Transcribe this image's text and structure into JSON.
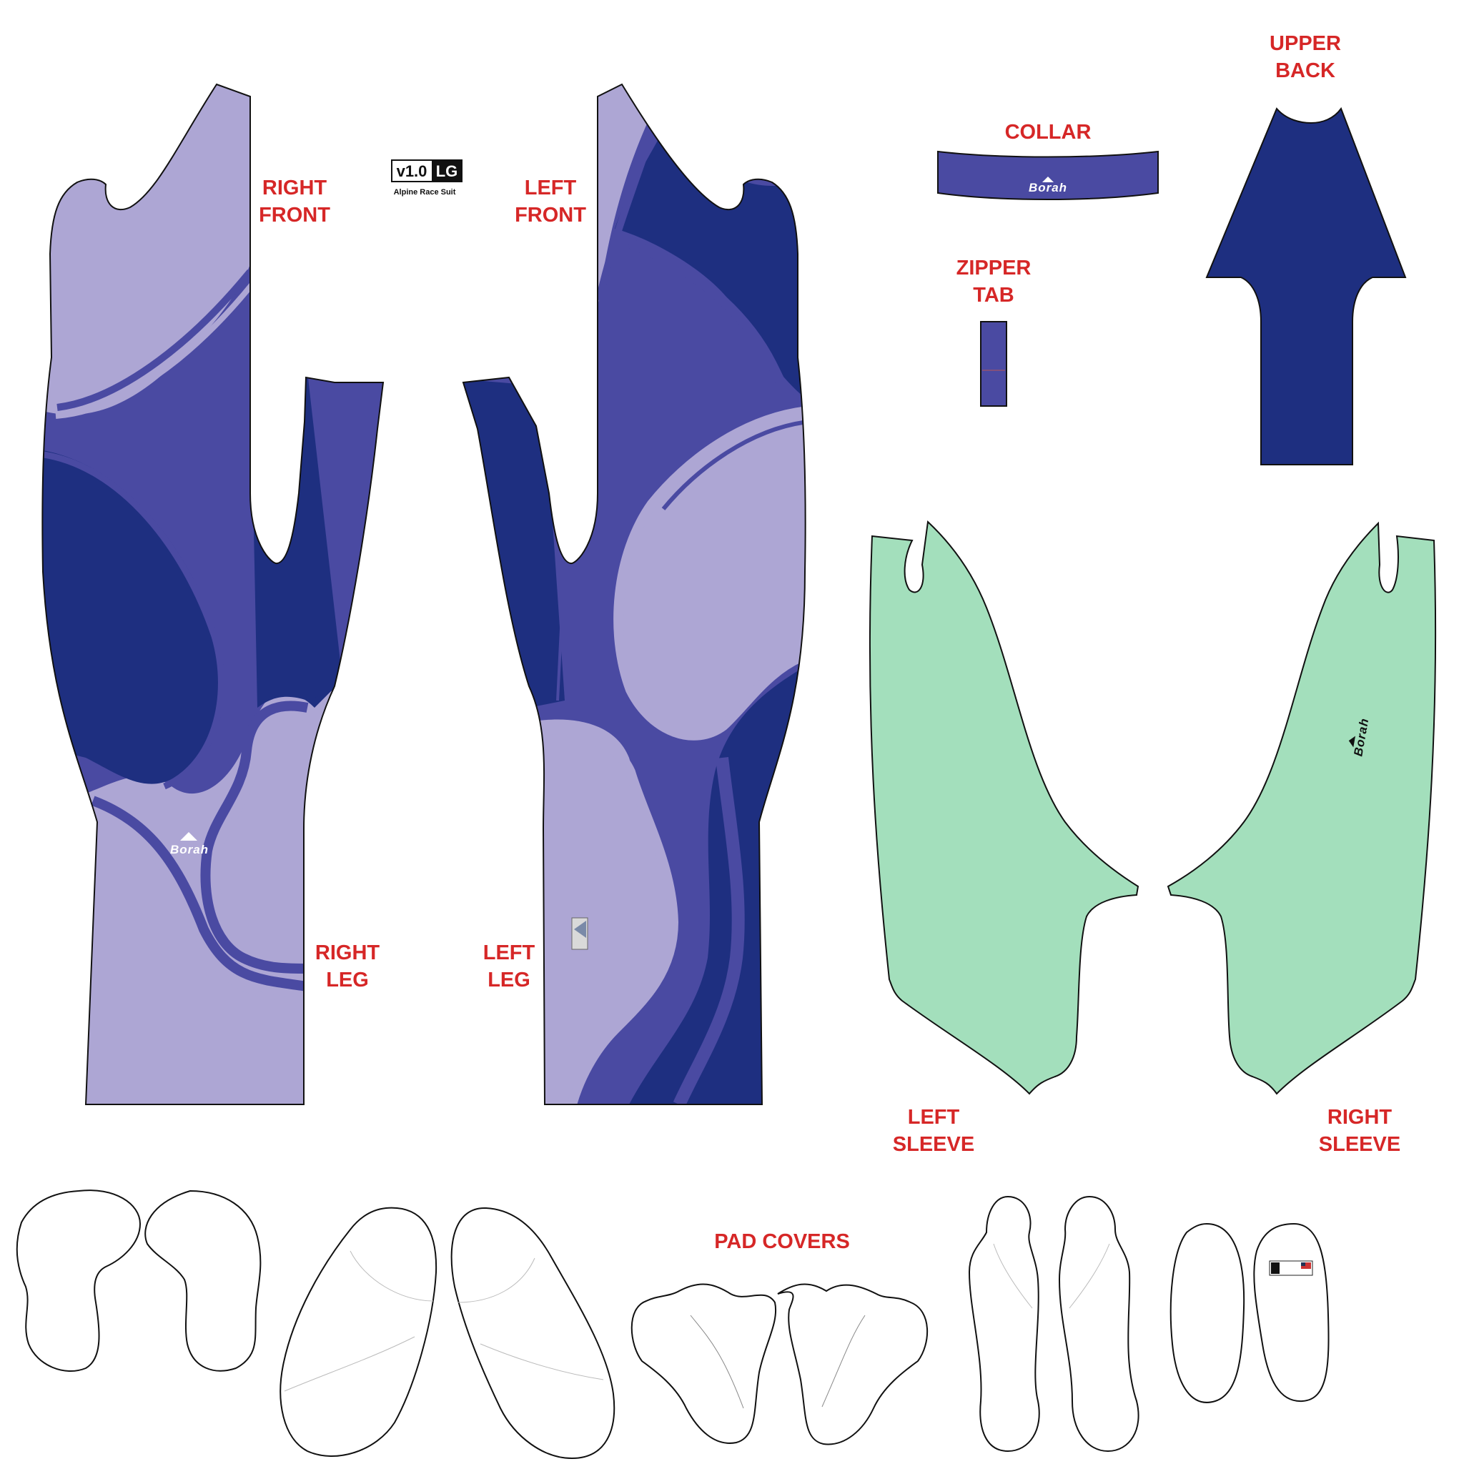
{
  "labels": {
    "right_front": [
      "RIGHT",
      "FRONT"
    ],
    "left_front": [
      "LEFT",
      "FRONT"
    ],
    "right_leg": [
      "RIGHT",
      "LEG"
    ],
    "left_leg": [
      "LEFT",
      "LEG"
    ],
    "collar": "COLLAR",
    "upper_back": [
      "UPPER",
      "BACK"
    ],
    "zipper_tab": [
      "ZIPPER",
      "TAB"
    ],
    "left_sleeve": [
      "LEFT",
      "SLEEVE"
    ],
    "right_sleeve": [
      "RIGHT",
      "SLEEVE"
    ],
    "pad_covers": "PAD COVERS"
  },
  "badge": {
    "version": "v1.0",
    "size": "LG",
    "product": "Alpine Race Suit"
  },
  "brand_mark": "Borah",
  "colors": {
    "lavender": "#ada6d4",
    "mid_blue": "#4a4aa2",
    "navy": "#1e2f80",
    "mint": "#a3dfbc",
    "label_red": "#d62727",
    "outline": "#111111"
  }
}
